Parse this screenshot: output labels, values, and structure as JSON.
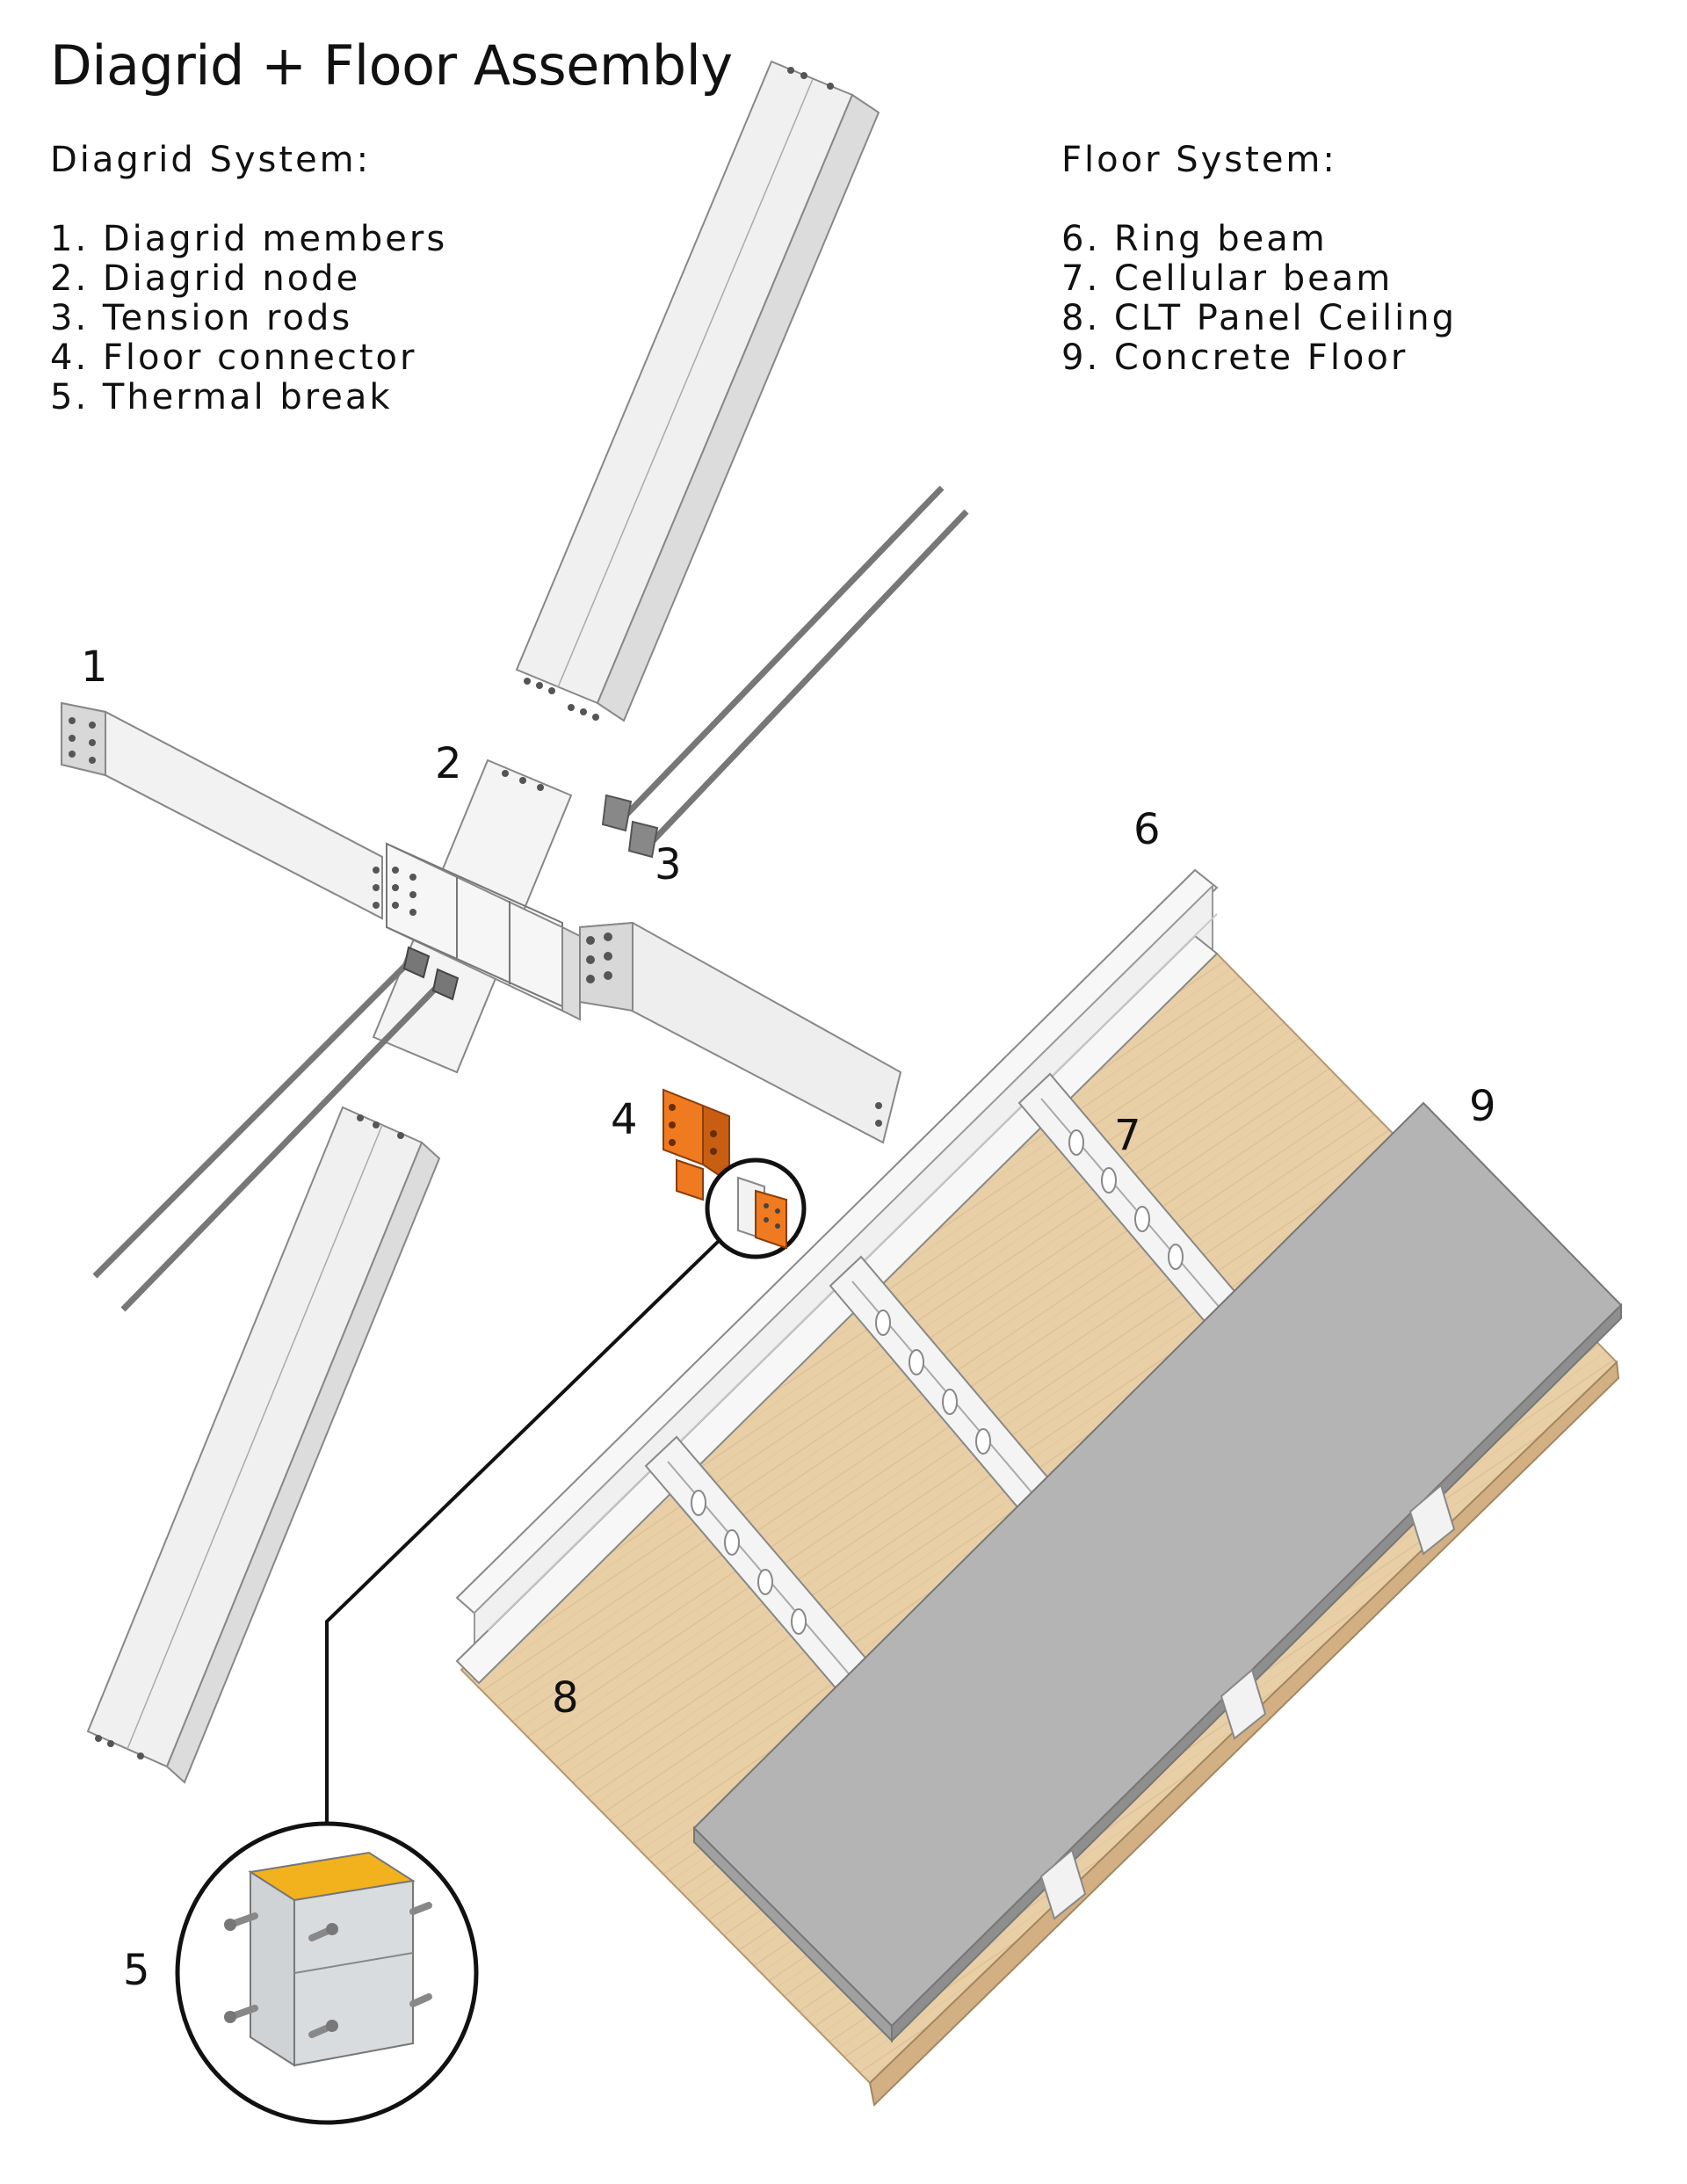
{
  "title": "Diagrid + Floor Assembly",
  "diagrid_system": {
    "heading": "Diagrid System:",
    "items": [
      "1. Diagrid members",
      "2. Diagrid node",
      "3. Tension rods",
      "4. Floor connector",
      "5. Thermal break"
    ]
  },
  "floor_system": {
    "heading": "Floor System:",
    "items": [
      "6. Ring beam",
      "7. Cellular beam",
      "8. CLT Panel Ceiling",
      "9. Concrete Floor"
    ]
  },
  "callouts": [
    "1",
    "2",
    "3",
    "4",
    "5",
    "6",
    "7",
    "8",
    "9"
  ],
  "colors": {
    "timber_member": "#eeeeee",
    "steel_node": "#f4f4f4",
    "floor_connector": "#f07a20",
    "clt_panel": "#e8cfa6",
    "concrete": "#b4b4b4",
    "thermal_break_label": "#f2b21e",
    "rod": "#777777"
  }
}
